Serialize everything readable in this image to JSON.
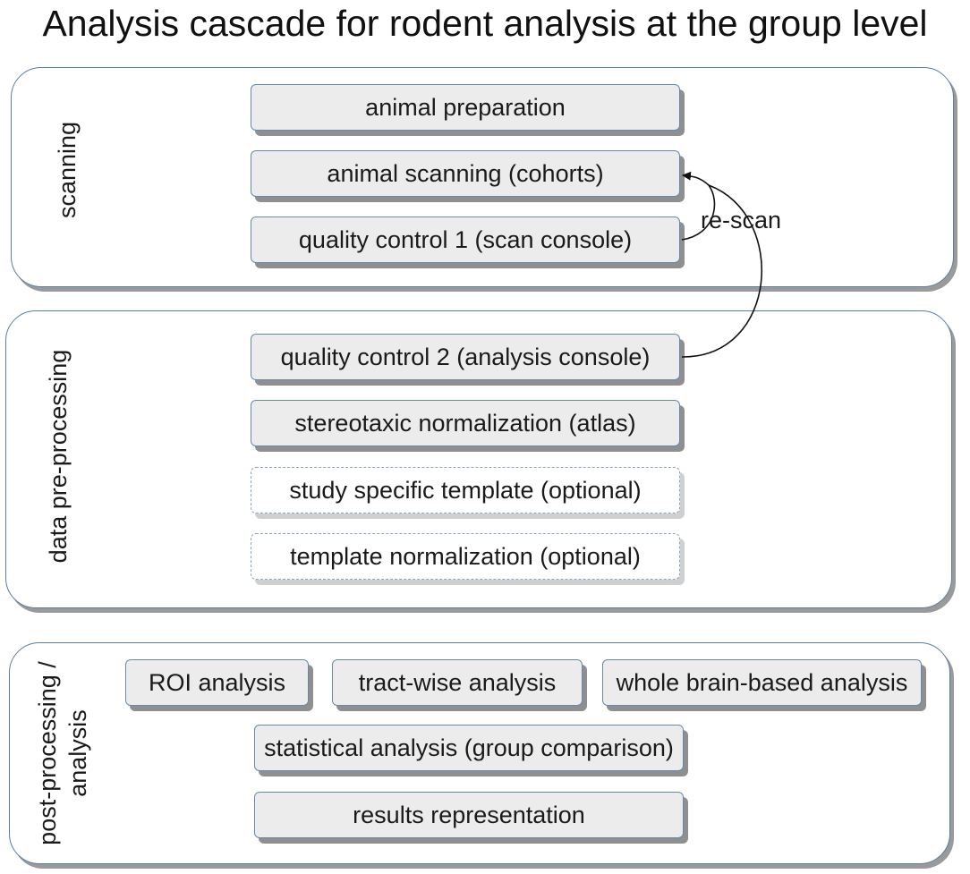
{
  "title": "Analysis cascade for rodent analysis at the group level",
  "panels": {
    "scanning": {
      "label": "scanning",
      "boxes": {
        "animal_preparation": "animal preparation",
        "animal_scanning": "animal scanning (cohorts)",
        "quality_control_1": "quality control 1 (scan console)"
      }
    },
    "preprocessing": {
      "label": "data pre-processing",
      "boxes": {
        "quality_control_2": "quality control 2 (analysis console)",
        "stereotaxic_normalization": "stereotaxic normalization (atlas)",
        "study_specific_template": "study specific template (optional)",
        "template_normalization": "template normalization (optional)"
      }
    },
    "postprocessing": {
      "label_line1": "post-processing /",
      "label_line2": "analysis",
      "boxes": {
        "roi_analysis": "ROI analysis",
        "tract_wise_analysis": "tract-wise analysis",
        "whole_brain_analysis": "whole brain-based analysis",
        "statistical_analysis": "statistical analysis (group comparison)",
        "results_representation": "results representation"
      }
    }
  },
  "edges": {
    "rescan_label": "re-scan"
  },
  "colors": {
    "border": "#5a7ca8",
    "box_fill": "#ececec",
    "shadow": "#8f8f8f"
  }
}
